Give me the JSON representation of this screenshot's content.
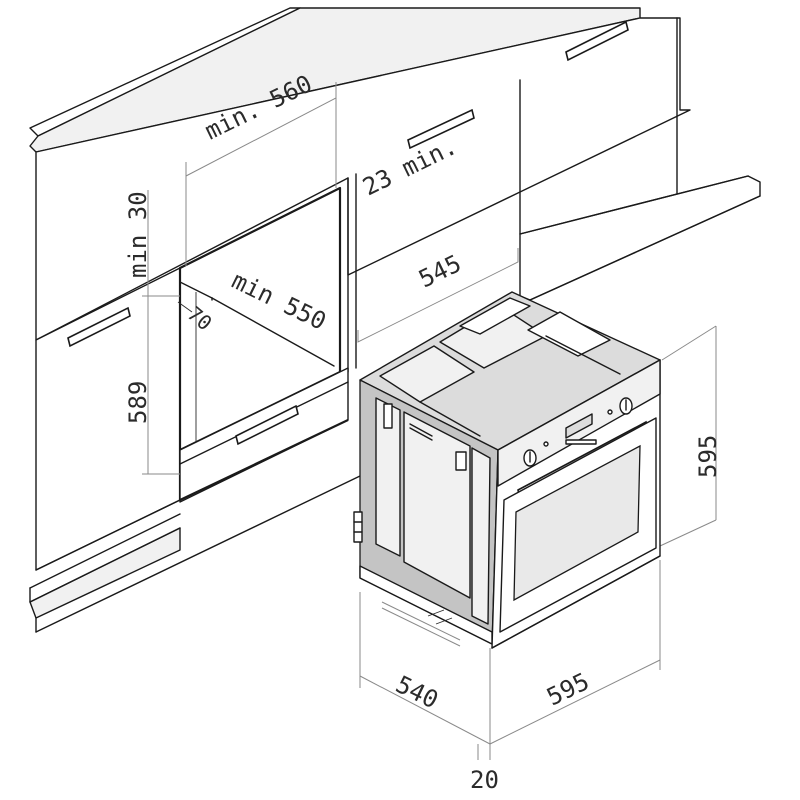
{
  "diagram": {
    "labels": {
      "min_560": "min. 560",
      "min_23": "23 min.",
      "min_30": "min 30",
      "min_550": "min 550",
      "val_70": "70",
      "val_545": "545",
      "val_589": "589",
      "val_595_height": "595",
      "val_540": "540",
      "val_595_width": "595",
      "val_20": "20"
    }
  }
}
